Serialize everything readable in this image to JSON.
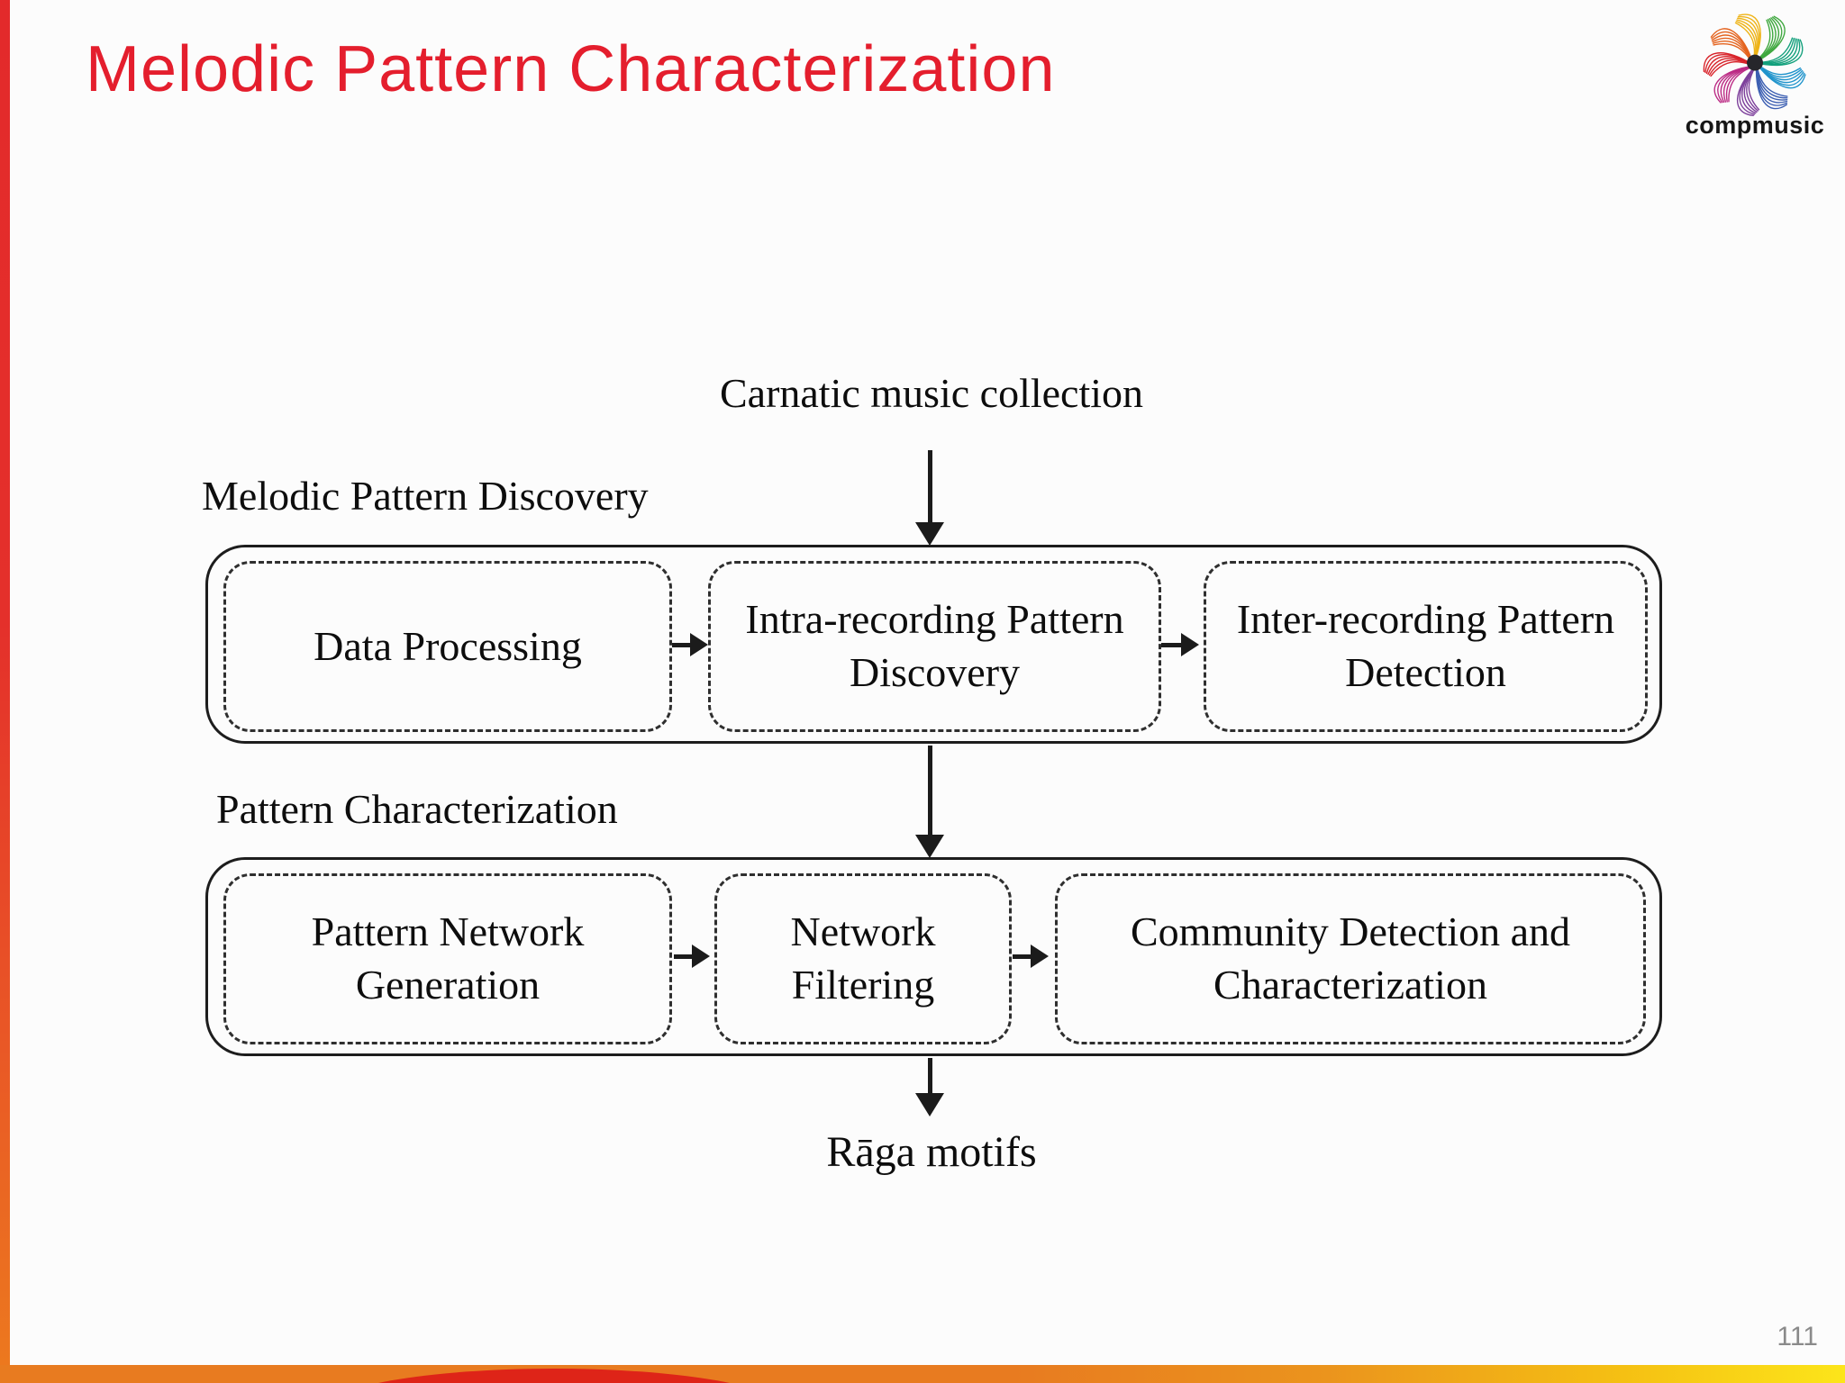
{
  "slide": {
    "title": "Melodic Pattern Characterization",
    "page_number": "111"
  },
  "logo": {
    "text": "compmusic",
    "petal_colors": [
      "#3fa83f",
      "#13a07c",
      "#2094cc",
      "#3c5fb2",
      "#7d3f9b",
      "#bb2a84",
      "#d8232a",
      "#e4631e",
      "#eeb317"
    ]
  },
  "diagram": {
    "input_label": "Carnatic music collection",
    "output_label": "Rāga motifs",
    "sections": [
      {
        "label": "Melodic Pattern Discovery",
        "boxes": [
          "Data Processing",
          "Intra-recording Pattern Discovery",
          "Inter-recording Pattern Detection"
        ]
      },
      {
        "label": "Pattern Characterization",
        "boxes": [
          "Pattern Network Generation",
          "Network Filtering",
          "Community Detection and Characterization"
        ]
      }
    ]
  },
  "colors": {
    "title_red": "#e41e2d",
    "accent_bar_red": "#e32a2b",
    "accent_bar_orange": "#ec7a1e",
    "accent_bar_yellow": "#fce51a",
    "diagram_ink": "#1b1b1b",
    "page_number_gray": "#8a8a8a"
  }
}
